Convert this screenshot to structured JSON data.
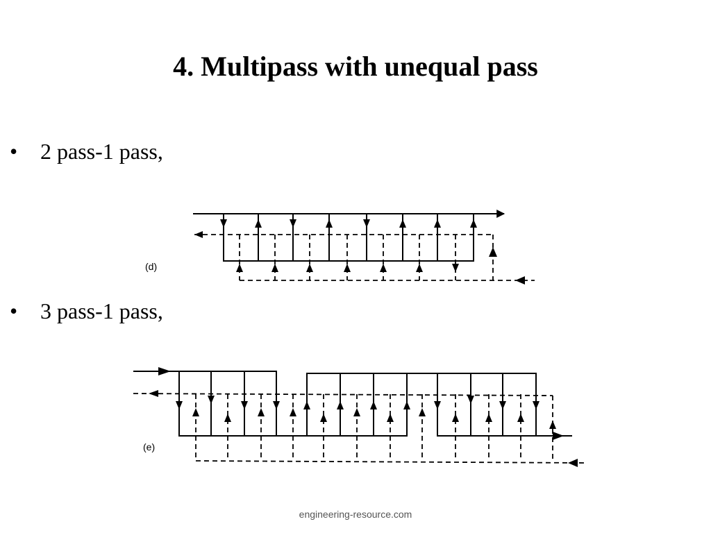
{
  "slide": {
    "title": "4. Multipass with unequal pass",
    "bullets": [
      {
        "symbol": "•",
        "text": "2 pass-1 pass,"
      },
      {
        "symbol": "•",
        "text": "3 pass-1 pass,"
      }
    ]
  },
  "diagrams": {
    "d": {
      "label": "(d)"
    },
    "e": {
      "label": "(e)"
    }
  },
  "footer": {
    "text": "engineering-resource.com"
  }
}
